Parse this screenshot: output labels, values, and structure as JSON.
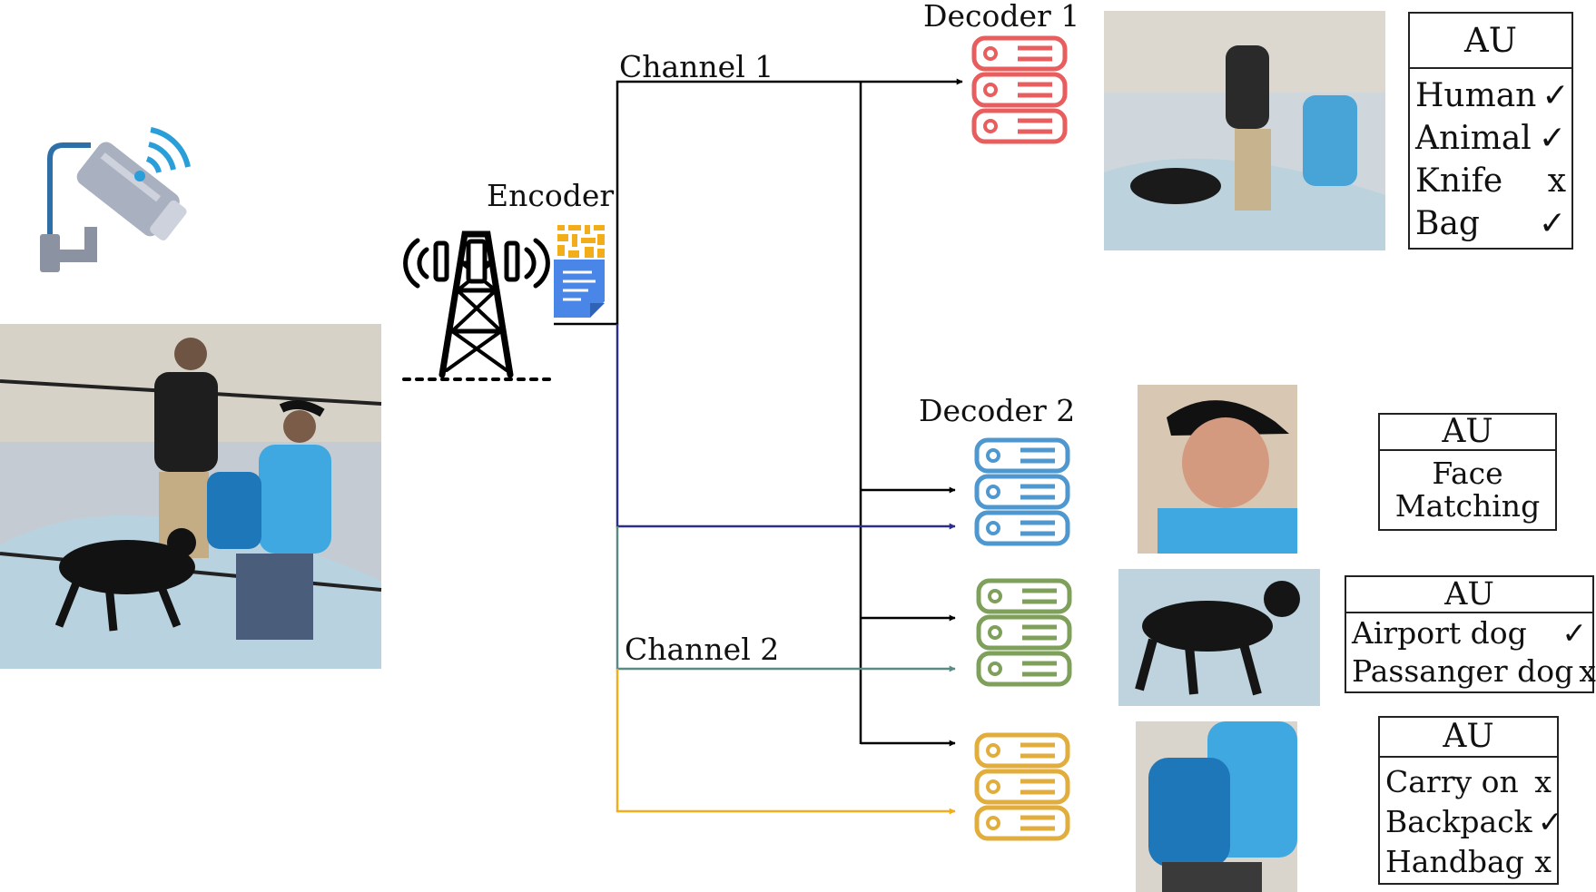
{
  "colors": {
    "line_main": "#000000",
    "line_channel_blue": "#2b2f8a",
    "line_channel_teal": "#5b8a84",
    "line_channel_orange": "#f2ae1a",
    "server_red": "#e85d5d",
    "server_blue": "#4e97cf",
    "server_green": "#7fa05a",
    "server_yellow": "#e1ad3c",
    "camera_body": "#a9b0bf",
    "wifi_blue": "#2a9ed8"
  },
  "labels": {
    "channel1": "Channel 1",
    "channel2": "Channel 2",
    "encoder": "Encoder",
    "decoder1": "Decoder 1",
    "decoder2": "Decoder 2"
  },
  "icons": {
    "camera": "surveillance-camera-icon",
    "tower": "transmission-tower-icon",
    "document": "encoded-document-icon",
    "server": "server-icon"
  },
  "au_tables": [
    {
      "title": "AU",
      "rows": [
        {
          "label": "Human",
          "mark": "✓"
        },
        {
          "label": "Animal",
          "mark": "✓"
        },
        {
          "label": "Knife",
          "mark": "x"
        },
        {
          "label": "Bag",
          "mark": "✓"
        }
      ]
    },
    {
      "title": "AU",
      "rows": [
        {
          "label": "Face",
          "mark": ""
        },
        {
          "label": "Matching",
          "mark": ""
        }
      ]
    },
    {
      "title": "AU",
      "rows": [
        {
          "label": "Airport dog",
          "mark": "✓"
        },
        {
          "label": "Passanger dog",
          "mark": "x"
        }
      ]
    },
    {
      "title": "AU",
      "rows": [
        {
          "label": "Carry on",
          "mark": "x"
        },
        {
          "label": "Backpack",
          "mark": "✓"
        },
        {
          "label": "Handbag",
          "mark": "x"
        }
      ]
    }
  ]
}
